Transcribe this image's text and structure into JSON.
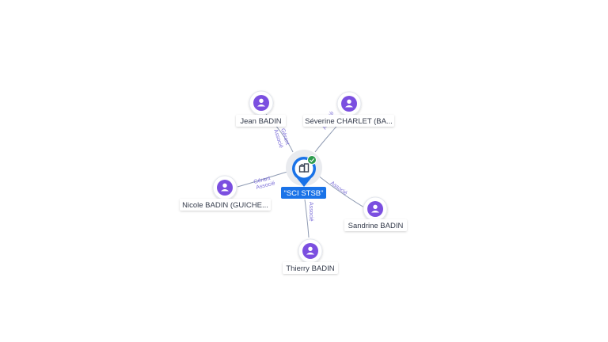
{
  "company": {
    "name": "\"SCI STSB\"",
    "icon": "building-icon",
    "status_icon": "check-circle-icon"
  },
  "persons": [
    {
      "name": "Jean BADIN",
      "roles": [
        "Gérant",
        "Associé"
      ],
      "icon": "person-icon"
    },
    {
      "name": "Séverine CHARLET (BA...",
      "roles": [
        "Associé"
      ],
      "icon": "person-icon"
    },
    {
      "name": "Nicole BADIN (GUICHE...",
      "roles": [
        "Gérant",
        "Associé"
      ],
      "icon": "person-icon"
    },
    {
      "name": "Sandrine BADIN",
      "roles": [
        "Associé"
      ],
      "icon": "person-icon"
    },
    {
      "name": "Thierry BADIN",
      "roles": [
        "Associé"
      ],
      "icon": "person-icon"
    }
  ],
  "colors": {
    "company_blue": "#1a73e8",
    "person_purple": "#7b4fe0",
    "edge": "#8f9bb3",
    "edge_label": "#7c6fd8",
    "status_green": "#2e9c4f"
  }
}
